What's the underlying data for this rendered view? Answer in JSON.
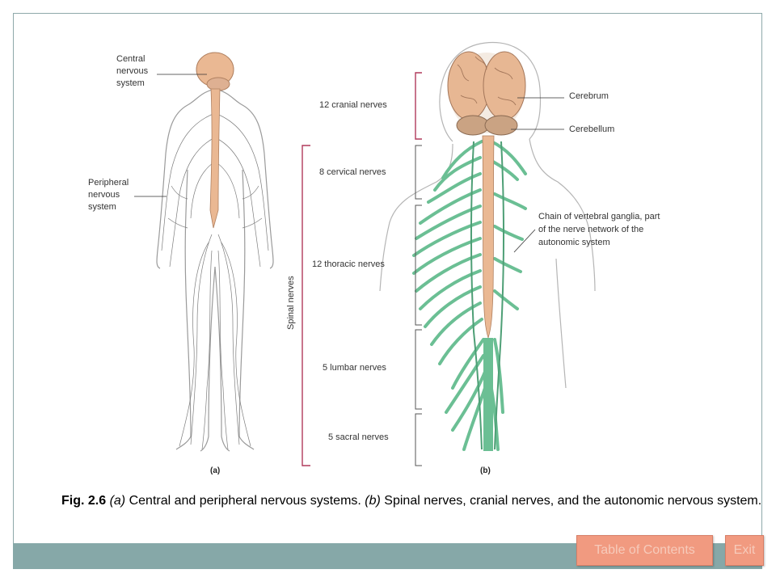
{
  "figure": {
    "left_labels": {
      "cns": [
        "Central",
        "nervous",
        "system"
      ],
      "pns": [
        "Peripheral",
        "nervous",
        "system"
      ]
    },
    "right_labels": {
      "cranial": "12 cranial nerves",
      "cervical": "8 cervical nerves",
      "thoracic": "12 thoracic nerves",
      "lumbar": "5 lumbar nerves",
      "sacral": "5 sacral nerves",
      "spinal": "Spinal nerves",
      "cerebrum": "Cerebrum",
      "cerebellum": "Cerebellum",
      "chain": [
        "Chain of vertebral ganglia, part",
        "of the nerve network of the",
        "autonomic system"
      ]
    },
    "sublabel_a": "(a)",
    "sublabel_b": "(b)"
  },
  "caption": {
    "fig": "Fig. 2.6",
    "a_tag": "(a)",
    "a_text": " Central and peripheral nervous systems. ",
    "b_tag": "(b)",
    "b_text": " Spinal nerves, cranial nerves, and the autonomic nervous system."
  },
  "nav": {
    "toc_label": "Table of Contents",
    "exit_label": "Exit"
  },
  "colors": {
    "spinal_cord": "#eab893",
    "nerve_green": "#6bbf94",
    "bracket": "#b03a5b",
    "button": "#f19a80",
    "footer": "#86a8a8"
  }
}
